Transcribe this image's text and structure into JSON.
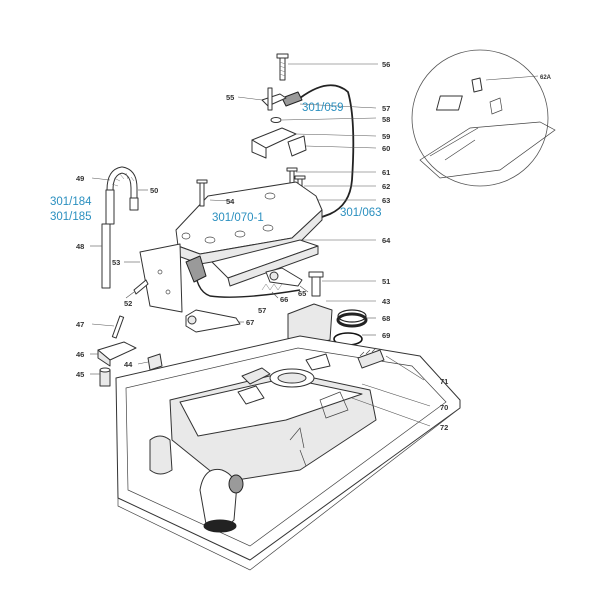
{
  "labels": {
    "p56": "56",
    "p55": "55",
    "p57a": "57",
    "p58": "58",
    "p59": "59",
    "p60": "60",
    "p61": "61",
    "p62": "62",
    "p63": "63",
    "p64": "64",
    "p49": "49",
    "p50": "50",
    "p54": "54",
    "p48": "48",
    "p53": "53",
    "p52": "52",
    "p66": "66",
    "p65": "65",
    "p51": "51",
    "p43": "43",
    "p68": "68",
    "p69": "69",
    "p57b": "57",
    "p67": "67",
    "p47": "47",
    "p46": "46",
    "p44": "44",
    "p45": "45",
    "p71": "71",
    "p70": "70",
    "p72": "72",
    "p62a": "62A"
  },
  "refs": {
    "r301_059": "301/059",
    "r301_184": "301/184",
    "r301_185": "301/185",
    "r301_070_1": "301/070-1",
    "r301_063": "301/063"
  },
  "colors": {
    "reference_text": "#2a8fbf",
    "line": "#333333"
  }
}
